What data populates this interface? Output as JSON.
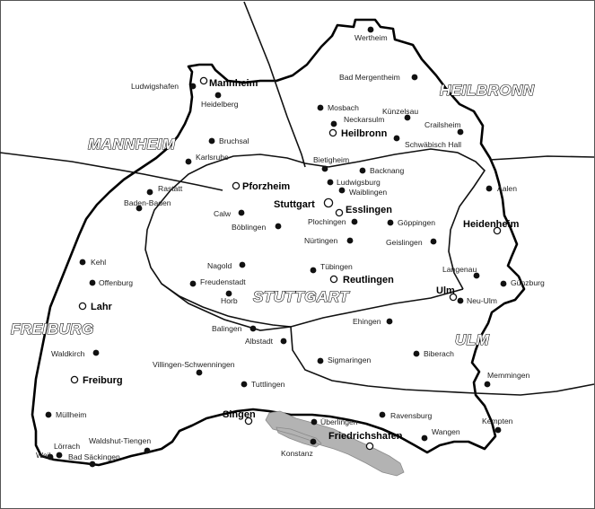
{
  "regions": [
    {
      "id": "heilbronn",
      "label": "HEILBRONN"
    },
    {
      "id": "mannheim",
      "label": "MANNHEIM"
    },
    {
      "id": "stuttgart",
      "label": "STUTTGART"
    },
    {
      "id": "freiburg",
      "label": "FREIBURG"
    },
    {
      "id": "ulm",
      "label": "ULM"
    }
  ],
  "cities": [
    {
      "id": "wertheim",
      "name": "Wertheim",
      "kind": "dot",
      "major": false
    },
    {
      "id": "bad-mergentheim",
      "name": "Bad Mergentheim",
      "kind": "dot",
      "major": false
    },
    {
      "id": "ludwigshafen",
      "name": "Ludwigshafen",
      "kind": "dot",
      "major": false
    },
    {
      "id": "mannheim",
      "name": "Mannheim",
      "kind": "ring",
      "major": true
    },
    {
      "id": "heidelberg",
      "name": "Heidelberg",
      "kind": "dot",
      "major": false
    },
    {
      "id": "mosbach",
      "name": "Mosbach",
      "kind": "dot",
      "major": false
    },
    {
      "id": "kunzelsau",
      "name": "Künzelsau",
      "kind": "dot",
      "major": false
    },
    {
      "id": "neckarsulm",
      "name": "Neckarsulm",
      "kind": "dot",
      "major": false
    },
    {
      "id": "crailsheim",
      "name": "Crailsheim",
      "kind": "dot",
      "major": false
    },
    {
      "id": "heilbronn",
      "name": "Heilbronn",
      "kind": "ring",
      "major": true
    },
    {
      "id": "bruchsal",
      "name": "Bruchsal",
      "kind": "dot",
      "major": false
    },
    {
      "id": "schwabisch-hall",
      "name": "Schwäbisch Hall",
      "kind": "dot",
      "major": false
    },
    {
      "id": "karlsruhe",
      "name": "Karlsruhe",
      "kind": "dot",
      "major": false
    },
    {
      "id": "bietigheim",
      "name": "Bietigheim",
      "kind": "dot",
      "major": false
    },
    {
      "id": "backnang",
      "name": "Backnang",
      "kind": "dot",
      "major": false
    },
    {
      "id": "pforzheim",
      "name": "Pforzheim",
      "kind": "ring",
      "major": true
    },
    {
      "id": "ludwigsburg",
      "name": "Ludwigsburg",
      "kind": "dot",
      "major": false
    },
    {
      "id": "rastatt",
      "name": "Rastatt",
      "kind": "dot",
      "major": false
    },
    {
      "id": "waiblingen",
      "name": "Waiblingen",
      "kind": "dot",
      "major": false
    },
    {
      "id": "aalen",
      "name": "Aalen",
      "kind": "dot",
      "major": false
    },
    {
      "id": "baden-baden",
      "name": "Baden-Baden",
      "kind": "dot",
      "major": false
    },
    {
      "id": "stuttgart",
      "name": "Stuttgart",
      "kind": "ring",
      "major": true
    },
    {
      "id": "esslingen",
      "name": "Esslingen",
      "kind": "ring",
      "major": true
    },
    {
      "id": "calw",
      "name": "Calw",
      "kind": "dot",
      "major": false
    },
    {
      "id": "plochingen",
      "name": "Plochingen",
      "kind": "dot",
      "major": false
    },
    {
      "id": "goppingen",
      "name": "Göppingen",
      "kind": "dot",
      "major": false
    },
    {
      "id": "heidenheim",
      "name": "Heidenheim",
      "kind": "ring",
      "major": true
    },
    {
      "id": "boblingen",
      "name": "Böblingen",
      "kind": "dot",
      "major": false
    },
    {
      "id": "nurtingen",
      "name": "Nürtingen",
      "kind": "dot",
      "major": false
    },
    {
      "id": "geislingen",
      "name": "Geislingen",
      "kind": "dot",
      "major": false
    },
    {
      "id": "kehl",
      "name": "Kehl",
      "kind": "dot",
      "major": false
    },
    {
      "id": "nagold",
      "name": "Nagold",
      "kind": "dot",
      "major": false
    },
    {
      "id": "tubingen",
      "name": "Tübingen",
      "kind": "dot",
      "major": false
    },
    {
      "id": "langenau",
      "name": "Langenau",
      "kind": "dot",
      "major": false
    },
    {
      "id": "offenburg",
      "name": "Offenburg",
      "kind": "dot",
      "major": false
    },
    {
      "id": "freudenstadt",
      "name": "Freudenstadt",
      "kind": "dot",
      "major": false
    },
    {
      "id": "reutlingen",
      "name": "Reutlingen",
      "kind": "ring",
      "major": true
    },
    {
      "id": "gunzburg",
      "name": "Günzburg",
      "kind": "dot",
      "major": false
    },
    {
      "id": "horb",
      "name": "Horb",
      "kind": "dot",
      "major": false
    },
    {
      "id": "ulm",
      "name": "Ulm",
      "kind": "ring",
      "major": true
    },
    {
      "id": "lahr",
      "name": "Lahr",
      "kind": "ring",
      "major": true
    },
    {
      "id": "neu-ulm",
      "name": "Neu-Ulm",
      "kind": "dot",
      "major": false
    },
    {
      "id": "ehingen",
      "name": "Ehingen",
      "kind": "dot",
      "major": false
    },
    {
      "id": "balingen",
      "name": "Balingen",
      "kind": "dot",
      "major": false
    },
    {
      "id": "albstadt",
      "name": "Albstadt",
      "kind": "dot",
      "major": false
    },
    {
      "id": "waldkirch",
      "name": "Waldkirch",
      "kind": "dot",
      "major": false
    },
    {
      "id": "biberach",
      "name": "Biberach",
      "kind": "dot",
      "major": false
    },
    {
      "id": "sigmaringen",
      "name": "Sigmaringen",
      "kind": "dot",
      "major": false
    },
    {
      "id": "villingen-schwenningen",
      "name": "Villingen-Schwenningen",
      "kind": "dot",
      "major": false
    },
    {
      "id": "memmingen",
      "name": "Memmingen",
      "kind": "dot",
      "major": false
    },
    {
      "id": "freiburg",
      "name": "Freiburg",
      "kind": "ring",
      "major": true
    },
    {
      "id": "tuttlingen",
      "name": "Tuttlingen",
      "kind": "dot",
      "major": false
    },
    {
      "id": "singen",
      "name": "Singen",
      "kind": "ring",
      "major": true
    },
    {
      "id": "mullheim",
      "name": "Müllheim",
      "kind": "dot",
      "major": false
    },
    {
      "id": "ravensburg",
      "name": "Ravensburg",
      "kind": "dot",
      "major": false
    },
    {
      "id": "uberlingen",
      "name": "Überlingen",
      "kind": "dot",
      "major": false
    },
    {
      "id": "kempten",
      "name": "Kempten",
      "kind": "dot",
      "major": false
    },
    {
      "id": "friedrichshafen",
      "name": "Friedrichshafen",
      "kind": "ring",
      "major": true
    },
    {
      "id": "wangen",
      "name": "Wangen",
      "kind": "dot",
      "major": false
    },
    {
      "id": "waldshut-tiengen",
      "name": "Waldshut-Tiengen",
      "kind": "dot",
      "major": false
    },
    {
      "id": "lorrach",
      "name": "Lörrach",
      "kind": "dot",
      "major": false
    },
    {
      "id": "konstanz",
      "name": "Konstanz",
      "kind": "dot",
      "major": false
    },
    {
      "id": "weil",
      "name": "Weil",
      "kind": "dot",
      "major": false
    },
    {
      "id": "bad-sackingen",
      "name": "Bad Säckingen",
      "kind": "dot",
      "major": false
    }
  ]
}
